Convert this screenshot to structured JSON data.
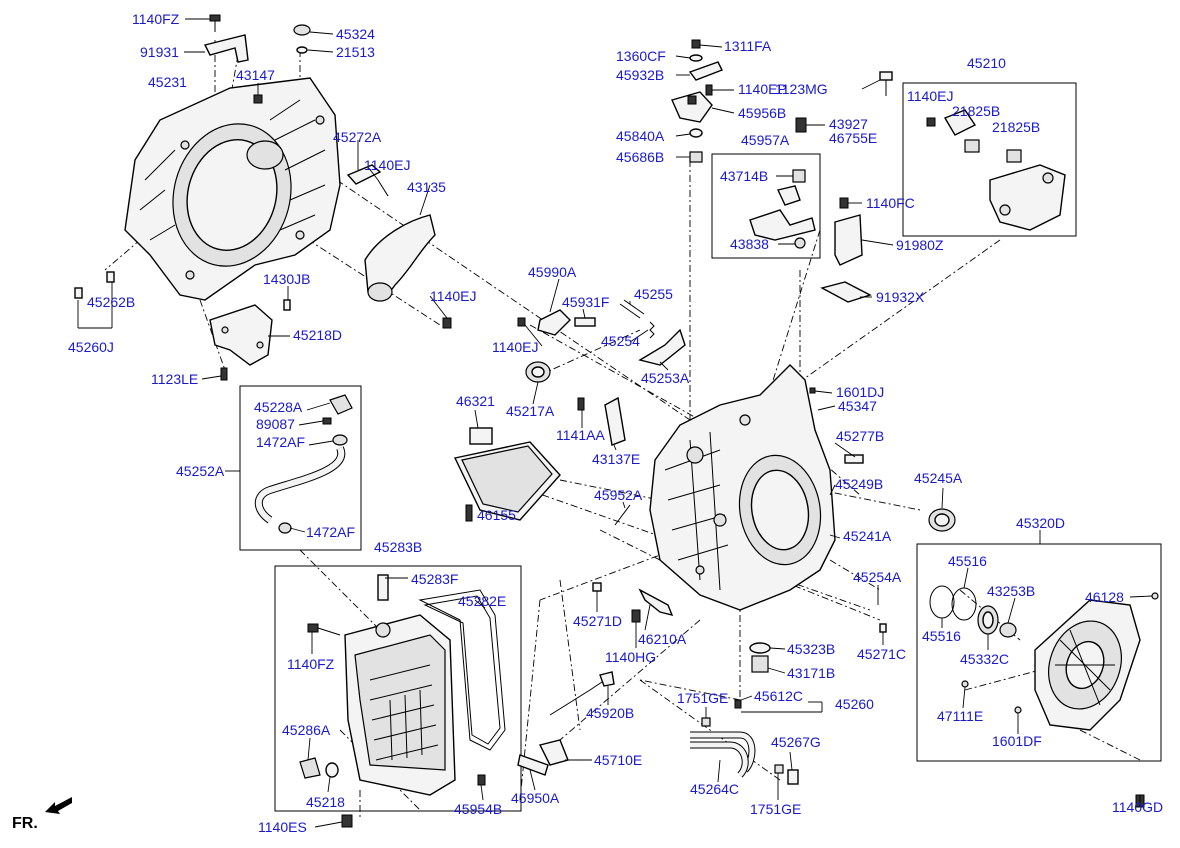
{
  "labels": {
    "l_1140FZ_top": "1140FZ",
    "l_45324": "45324",
    "l_91931": "91931",
    "l_21513": "21513",
    "l_45231": "45231",
    "l_43147": "43147",
    "l_45272A": "45272A",
    "l_1140EJ_a": "1140EJ",
    "l_43135": "43135",
    "l_1430JB": "1430JB",
    "l_1140EJ_b": "1140EJ",
    "l_45262B": "45262B",
    "l_45260J": "45260J",
    "l_45218D": "45218D",
    "l_1123LE": "1123LE",
    "l_1360CF": "1360CF",
    "l_1311FA": "1311FA",
    "l_45932B": "45932B",
    "l_1140EP": "1140EP",
    "l_45956B": "45956B",
    "l_45840A": "45840A",
    "l_45686B": "45686B",
    "l_1123MG": "1123MG",
    "l_43927": "43927",
    "l_46755E": "46755E",
    "l_45957A": "45957A",
    "l_43714B": "43714B",
    "l_1140FC": "1140FC",
    "l_43838": "43838",
    "l_91980Z": "91980Z",
    "l_91932X": "91932X",
    "l_45210": "45210",
    "l_1140EJ_c": "1140EJ",
    "l_21825B_a": "21825B",
    "l_21825B_b": "21825B",
    "l_45990A": "45990A",
    "l_45931F": "45931F",
    "l_45255": "45255",
    "l_1140EJ_d": "1140EJ",
    "l_45254": "45254",
    "l_45253A": "45253A",
    "l_45217A": "45217A",
    "l_46321": "46321",
    "l_1141AA": "1141AA",
    "l_43137E": "43137E",
    "l_1601DJ": "1601DJ",
    "l_45347": "45347",
    "l_45277B": "45277B",
    "l_45249B": "45249B",
    "l_45245A": "45245A",
    "l_45241A": "45241A",
    "l_45228A": "45228A",
    "l_89087": "89087",
    "l_1472AF_a": "1472AF",
    "l_45252A": "45252A",
    "l_1472AF_b": "1472AF",
    "l_45952A": "45952A",
    "l_46155": "46155",
    "l_45283B": "45283B",
    "l_45283F": "45283F",
    "l_45282E": "45282E",
    "l_1140FZ_b": "1140FZ",
    "l_45286A": "45286A",
    "l_45218": "45218",
    "l_1140ES": "1140ES",
    "l_45271D": "45271D",
    "l_46210A": "46210A",
    "l_1140HG": "1140HG",
    "l_45254A": "45254A",
    "l_45271C": "45271C",
    "l_45323B": "45323B",
    "l_43171B": "43171B",
    "l_1751GE_a": "1751GE",
    "l_45612C": "45612C",
    "l_45260": "45260",
    "l_45920B": "45920B",
    "l_45710E": "45710E",
    "l_45954B": "45954B",
    "l_45950A": "45950A",
    "l_45264C": "45264C",
    "l_45267G": "45267G",
    "l_1751GE_b": "1751GE",
    "l_45320D": "45320D",
    "l_45516_a": "45516",
    "l_43253B": "43253B",
    "l_46128": "46128",
    "l_45516_b": "45516",
    "l_45332C": "45332C",
    "l_47111E": "47111E",
    "l_1601DF": "1601DF",
    "l_1140GD": "1140GD",
    "fr": "FR."
  },
  "colors": {
    "label": "#1a1acb",
    "line": "#000000",
    "fill": "#f4f4f4"
  }
}
